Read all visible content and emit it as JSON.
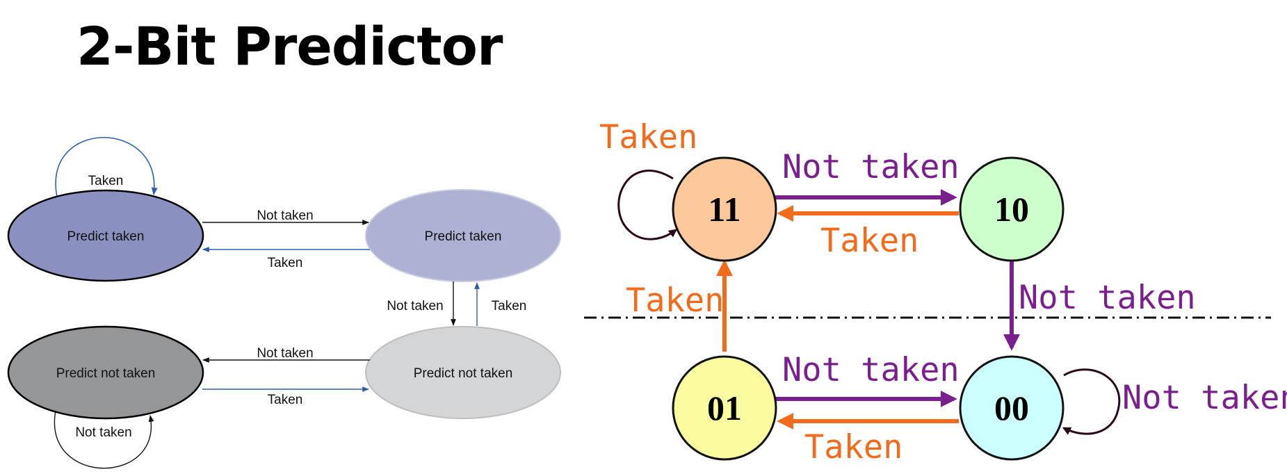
{
  "title": "2-Bit Predictor",
  "left": {
    "states": {
      "s1": "Predict taken",
      "s2": "Predict taken",
      "s3": "Predict not taken",
      "s4": "Predict not taken"
    },
    "edges": {
      "self_top": "Taken",
      "s1_to_s2": "Not taken",
      "s2_to_s1": "Taken",
      "s2_to_s4": "Not taken",
      "s4_to_s2": "Taken",
      "s4_to_s3": "Not taken",
      "s3_to_s4": "Taken",
      "self_bottom": "Not taken"
    }
  },
  "right": {
    "states": {
      "s11": "11",
      "s10": "10",
      "s01": "01",
      "s00": "00"
    },
    "edges": {
      "self_11": "Taken",
      "s11_to_s10": "Not taken",
      "s10_to_s11": "Taken",
      "s10_to_s00": "Not taken",
      "s01_to_s11": "Taken",
      "s01_to_s00": "Not taken",
      "s00_to_s01": "Taken",
      "self_00": "Not taken"
    },
    "colors": {
      "taken": "#f26a1b",
      "not_taken": "#7a1f8e",
      "s11": "#fdc89a",
      "s10": "#ccffcc",
      "s01": "#fbfca0",
      "s00": "#ccffff"
    }
  }
}
